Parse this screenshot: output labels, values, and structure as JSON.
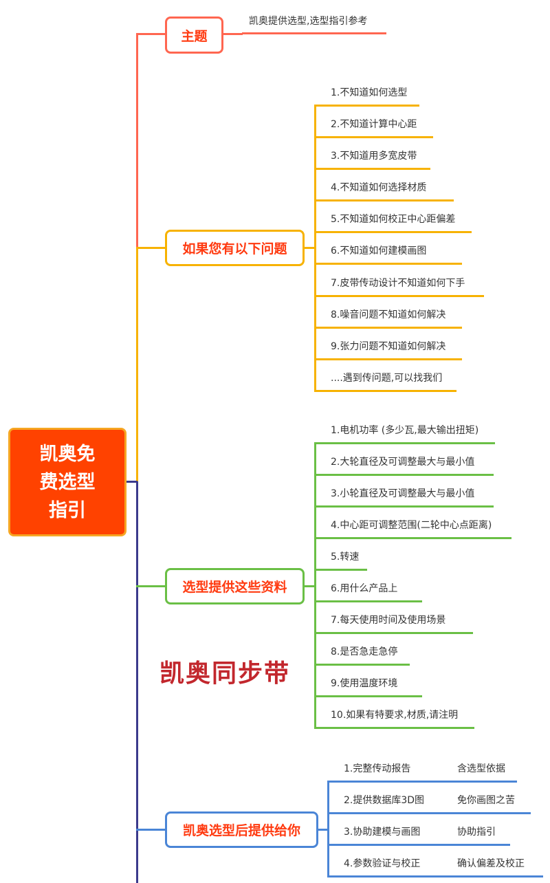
{
  "center": {
    "line1": "凯奥免",
    "line2": "费选型",
    "line3": "指引"
  },
  "colors": {
    "theme": "#ff6650",
    "questions": "#f7b200",
    "info": "#6abf45",
    "provide": "#4a85d6",
    "spine": "#3b3a8c",
    "center_fill": "#ff4200"
  },
  "theme": {
    "label": "主题",
    "note": "凯奥提供选型,选型指引参考"
  },
  "questions": {
    "label": "如果您有以下问题",
    "items": [
      "1.不知道如何选型",
      "2.不知道计算中心距",
      "3.不知道用多宽皮带",
      "4.不知道如何选择材质",
      "5.不知道如何校正中心距偏差",
      "6.不知道如何建模画图",
      "7.皮带传动设计不知道如何下手",
      "8.噪音问题不知道如何解决",
      "9.张力问题不知道如何解决",
      "....遇到传问题,可以找我们"
    ]
  },
  "info": {
    "label": "选型提供这些资料",
    "items": [
      "1.电机功率 (多少瓦,最大输出扭矩)",
      "2.大轮直径及可调整最大与最小值",
      "3.小轮直径及可调整最大与最小值",
      "4.中心距可调整范围(二轮中心点距离)",
      "5.转速",
      "6.用什么产品上",
      "7.每天使用时间及使用场景",
      "8.是否急走急停",
      "9.使用温度环境",
      "10.如果有特要求,材质,请注明"
    ]
  },
  "watermark": "凯奥同步带",
  "provide": {
    "label": "凯奥选型后提供给你",
    "items": [
      {
        "a": "1.完整传动报告",
        "b": "含选型依据"
      },
      {
        "a": "2.提供数据库3D图",
        "b": "免你画图之苦"
      },
      {
        "a": "3.协助建模与画图",
        "b": "协助指引"
      },
      {
        "a": "4.参数验证与校正",
        "b": "确认偏差及校正"
      }
    ]
  }
}
